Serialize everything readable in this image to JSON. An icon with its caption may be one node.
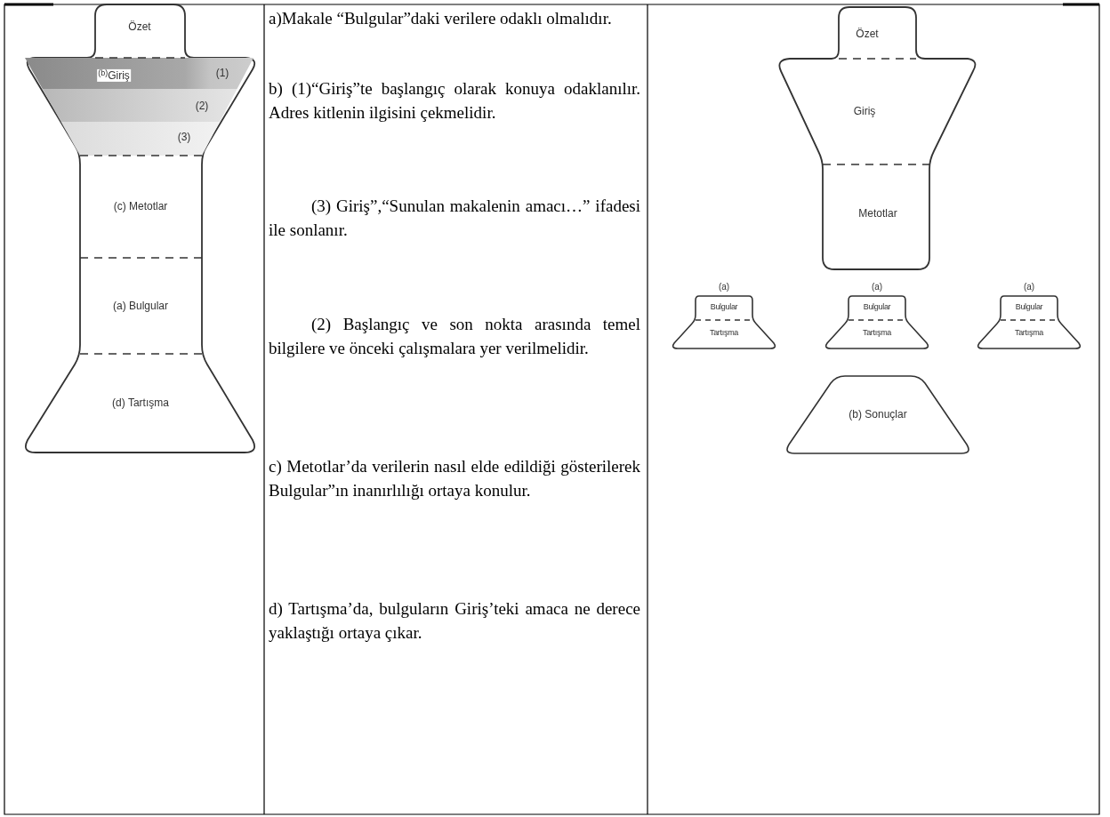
{
  "diagram": {
    "nodes": [
      {
        "text": [
          "Özet"
        ]
      },
      {
        "text": [
          "$^{(b)}$Giriş",
          "(1)",
          "(2)",
          "(3)"
        ]
      },
      {
        "text": [
          "(c) Metotlar"
        ]
      },
      {
        "text": [
          "(a) Bulgular"
        ]
      },
      {
        "text": [
          "(d) Tartışma"
        ]
      },
      {
        "text": [
          "Özet"
        ]
      },
      {
        "text": [
          "Giriş"
        ]
      },
      {
        "text": [
          "Metotlar"
        ]
      },
      {
        "text": [
          "(a)",
          "Bulgular",
          "Tartışma"
        ]
      },
      {
        "text": [
          "(a)",
          "Bulgular",
          "Tartışma"
        ]
      },
      {
        "text": [
          "(a)",
          "Bulgular",
          "Tartışma"
        ]
      },
      {
        "text": [
          "(b) Sonuçlar"
        ]
      }
    ],
    "labels": [
      "a)Makale “Bulgular”daki verilere odaklı olmalıdır.",
      "b) (1)“Giriş”te başlangıç olarak konuya odaklanılır. Adres kitlenin ilgisini çekmelidir.",
      "(3) Giriş”,“Sunulan makalenin amacı…” ifadesi ile sonlanır.",
      "(2) Başlangıç ve son nokta arasında temel bilgilere ve önceki çalışmalara yer verilmelidir.",
      "c) Metotlar’da verilerin nasıl elde edildiği gösterilerek Bulgular”ın inanırlılığı ortaya konulur.",
      "d) Tartışma’da, bulguların Giriş’teki amaca ne derece yaklaştığı ortaya çıkar."
    ]
  }
}
